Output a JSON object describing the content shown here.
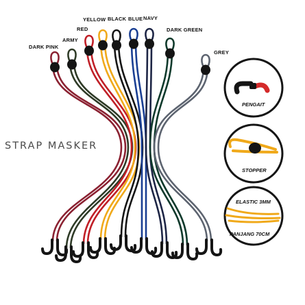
{
  "title": "STRAP MASKER",
  "color_labels": [
    {
      "text": "DARK PINK",
      "color": "#8b2232"
    },
    {
      "text": "ARMY",
      "color": "#2f3b27"
    },
    {
      "text": "RED",
      "color": "#c01f27"
    },
    {
      "text": "YELLOW",
      "color": "#f0a91a"
    },
    {
      "text": "BLACK",
      "color": "#151515"
    },
    {
      "text": "BLUE",
      "color": "#1a3f93"
    },
    {
      "text": "NAVY",
      "color": "#1d2545"
    },
    {
      "text": "DARK GREEN",
      "color": "#0f3a2c"
    },
    {
      "text": "GREY",
      "color": "#5d6470"
    }
  ],
  "callouts": [
    {
      "text": "PENGAIT"
    },
    {
      "text": "STOPPER"
    },
    {
      "text": "ELASTIC 3MM"
    },
    {
      "text": "PANJANG 70CM"
    }
  ],
  "accent_colors": {
    "yellow": "#f0a91a",
    "red": "#d42a2a",
    "black": "#1a1a1a"
  }
}
